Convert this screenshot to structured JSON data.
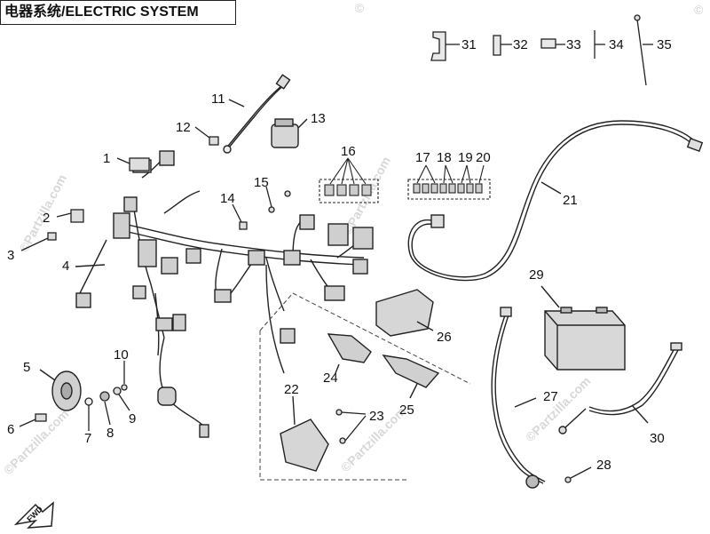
{
  "title": "电器系统/ELECTRIC SYSTEM",
  "watermark": "©Partzilla.com",
  "watermark_short": "©",
  "fwd_label": "FWD",
  "callouts": [
    "1",
    "2",
    "3",
    "4",
    "5",
    "6",
    "7",
    "8",
    "9",
    "10",
    "11",
    "12",
    "13",
    "14",
    "15",
    "16",
    "17",
    "18",
    "19",
    "20",
    "21",
    "22",
    "23",
    "24",
    "25",
    "26",
    "27",
    "28",
    "29",
    "30",
    "31",
    "32",
    "33",
    "34",
    "35"
  ]
}
